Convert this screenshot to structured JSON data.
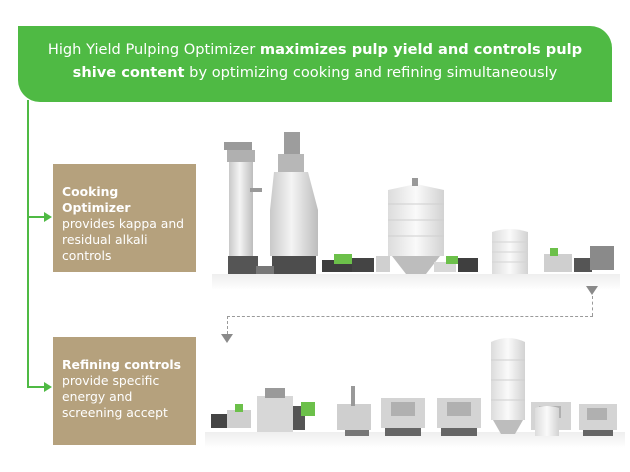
{
  "banner": {
    "part1": "High Yield Pulping Optimizer ",
    "bold": "maximizes pulp yield and controls pulp shive content",
    "part2": " by optimizing cooking and refining simultaneously"
  },
  "cooking": {
    "title": "Cooking Optimizer",
    "lines": [
      "provides kappa and",
      "residual alkali",
      "controls"
    ]
  },
  "refining": {
    "title": "Refining controls",
    "lines": [
      "provide specific",
      "energy and",
      "screening accept"
    ]
  },
  "colors": {
    "banner_green": "#4fba44",
    "box_tan": "#b5a17d",
    "equipment_gray": "#d9d9d9",
    "accent_green": "#6cc04a"
  }
}
